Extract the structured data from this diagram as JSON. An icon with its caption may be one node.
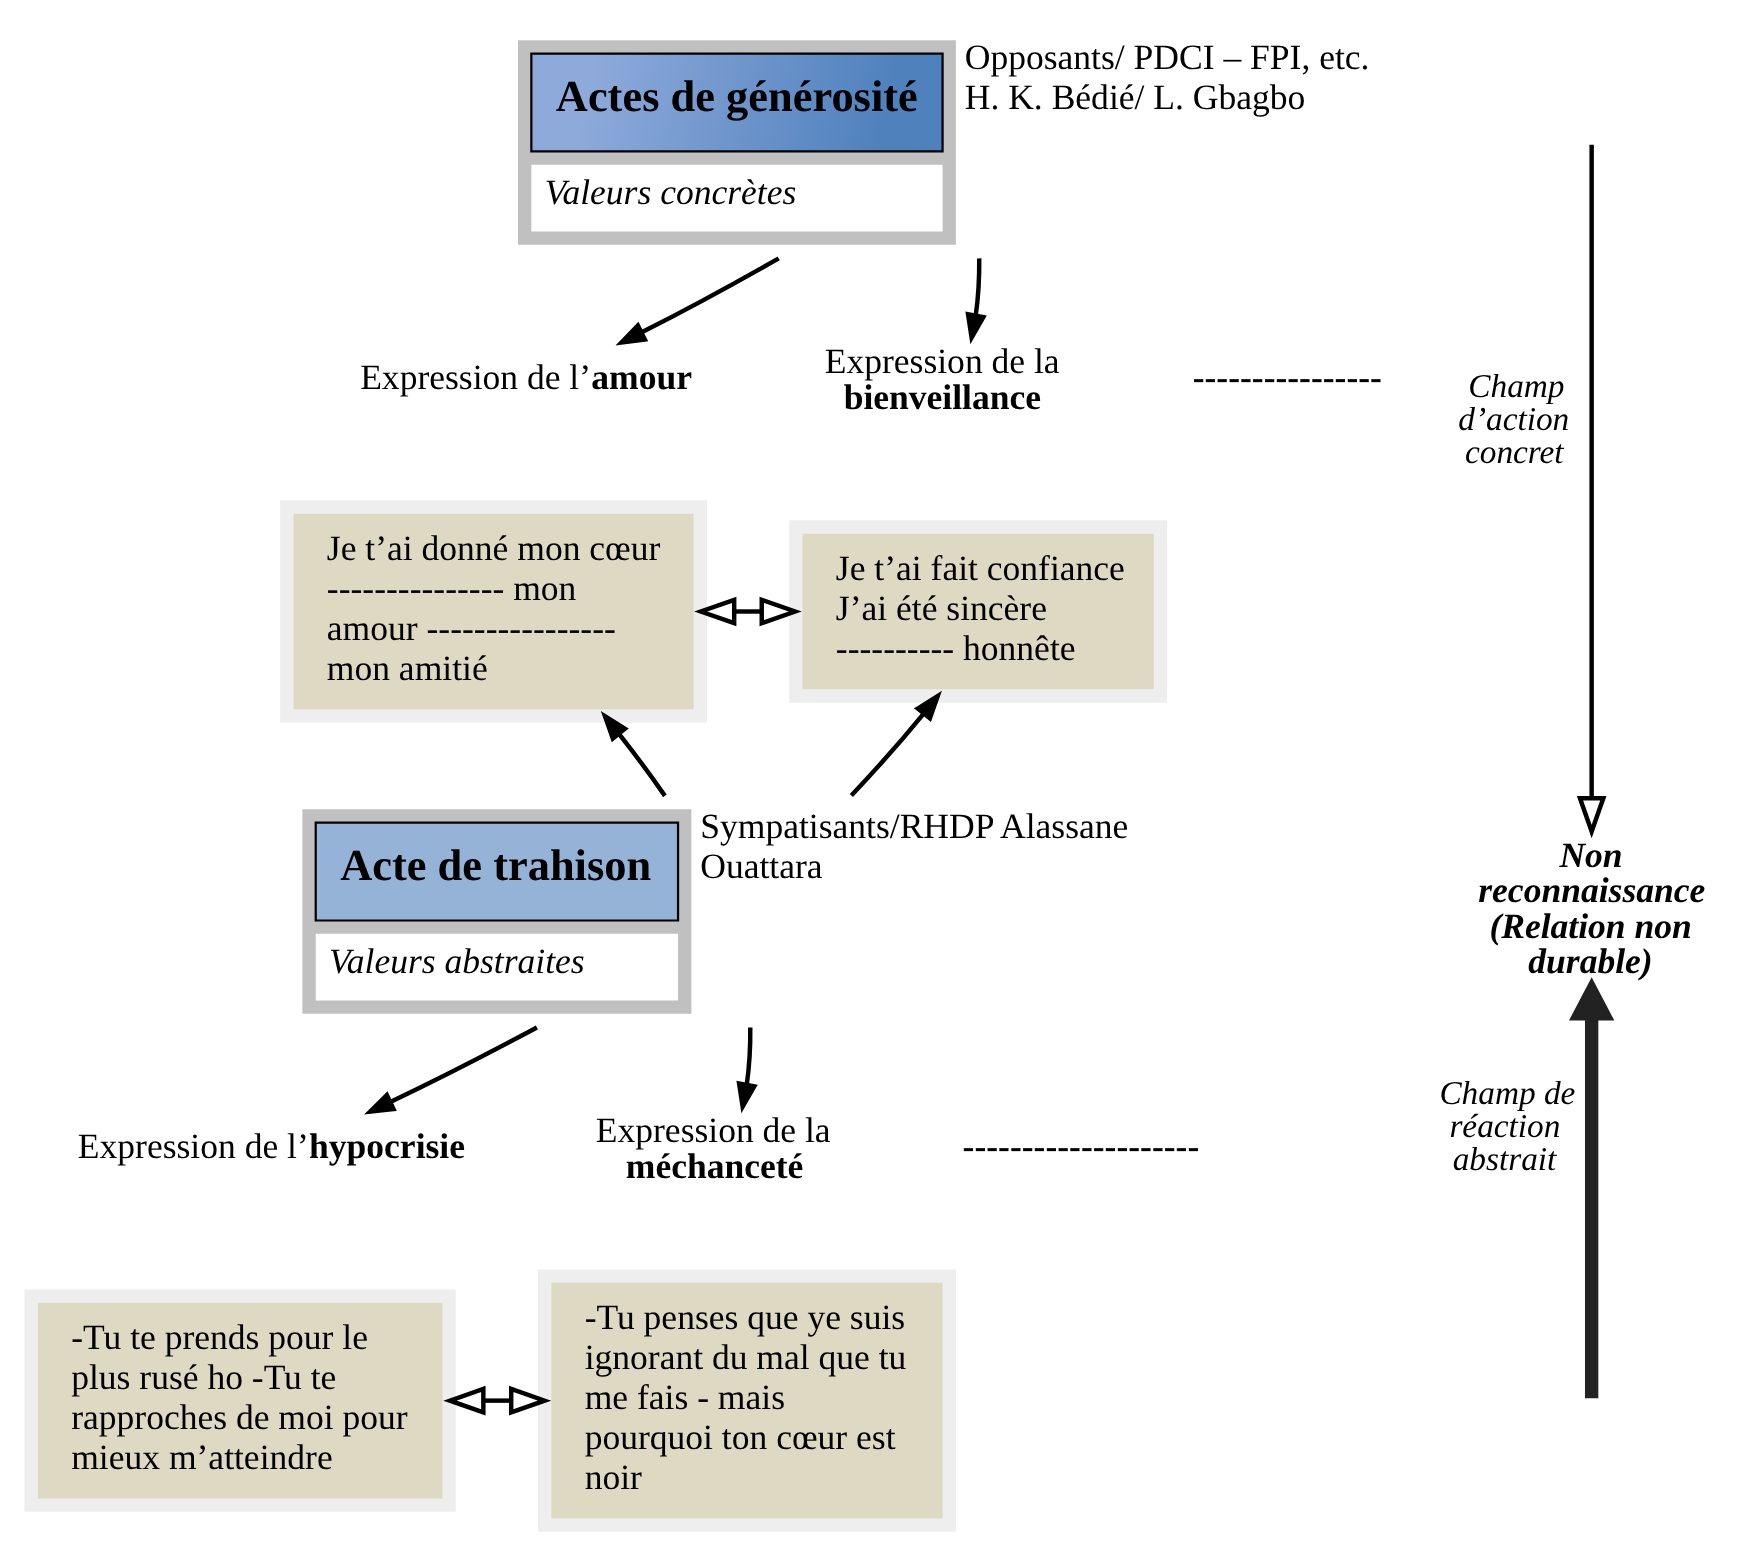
{
  "diagram": {
    "nodes": [
      {
        "text": [
          "Actes de générosité",
          "Valeurs concrètes"
        ],
        "beside": [
          "Opposants/ PDCI – FPI, etc. H. K. Bédié/ L. Gbagbo"
        ]
      },
      {
        "text": [
          "Expression de l’**amour**"
        ]
      },
      {
        "text": [
          "Expression de la **bienveillance**"
        ]
      },
      {
        "text": [
          "Je t’ai donné mon cœur --------------- mon amour ---------------- mon amitié"
        ]
      },
      {
        "text": [
          "Je t’ai fait confiance J’ai été sincère ---------- honnête"
        ]
      },
      {
        "text": [
          "Acte de trahison",
          "Valeurs abstraites"
        ],
        "beside": [
          "Sympatisants/RHDP Alassane Ouattara"
        ]
      },
      {
        "text": [
          "Expression de l’**hypocrisie**"
        ]
      },
      {
        "text": [
          "Expression de la **méchanceté**"
        ]
      },
      {
        "text": [
          "-Tu te prends pour le plus rusé ho -Tu te rapproches de moi pour mieux m’atteindre"
        ]
      },
      {
        "text": [
          "-Tu penses que ye suis ignorant du mal que tu me fais - mais pourquoi ton cœur est noir"
        ]
      },
      {
        "text": [
          "Non reconnaissance (Relation non durable)"
        ]
      }
    ],
    "edges": [
      {
        "from": 0,
        "to": 1,
        "arrow": "to"
      },
      {
        "from": 0,
        "to": 2,
        "arrow": "to"
      },
      {
        "from": 3,
        "to": 4,
        "arrow": "both"
      },
      {
        "from": 5,
        "to": 3,
        "arrow": "to"
      },
      {
        "from": 5,
        "to": 4,
        "arrow": "to"
      },
      {
        "from": 5,
        "to": 6,
        "arrow": "to"
      },
      {
        "from": 5,
        "to": 7,
        "arrow": "to"
      },
      {
        "from": 8,
        "to": 9,
        "arrow": "both"
      },
      {
        "from": null,
        "to": 10,
        "arrow": "to",
        "label": "Champ d’action concret"
      },
      {
        "from": null,
        "to": 10,
        "arrow": "to",
        "label": "Champ de réaction abstrait",
        "style": "thick",
        "color": "#222222"
      }
    ],
    "labels": [
      "----------------",
      "--------------------"
    ]
  }
}
